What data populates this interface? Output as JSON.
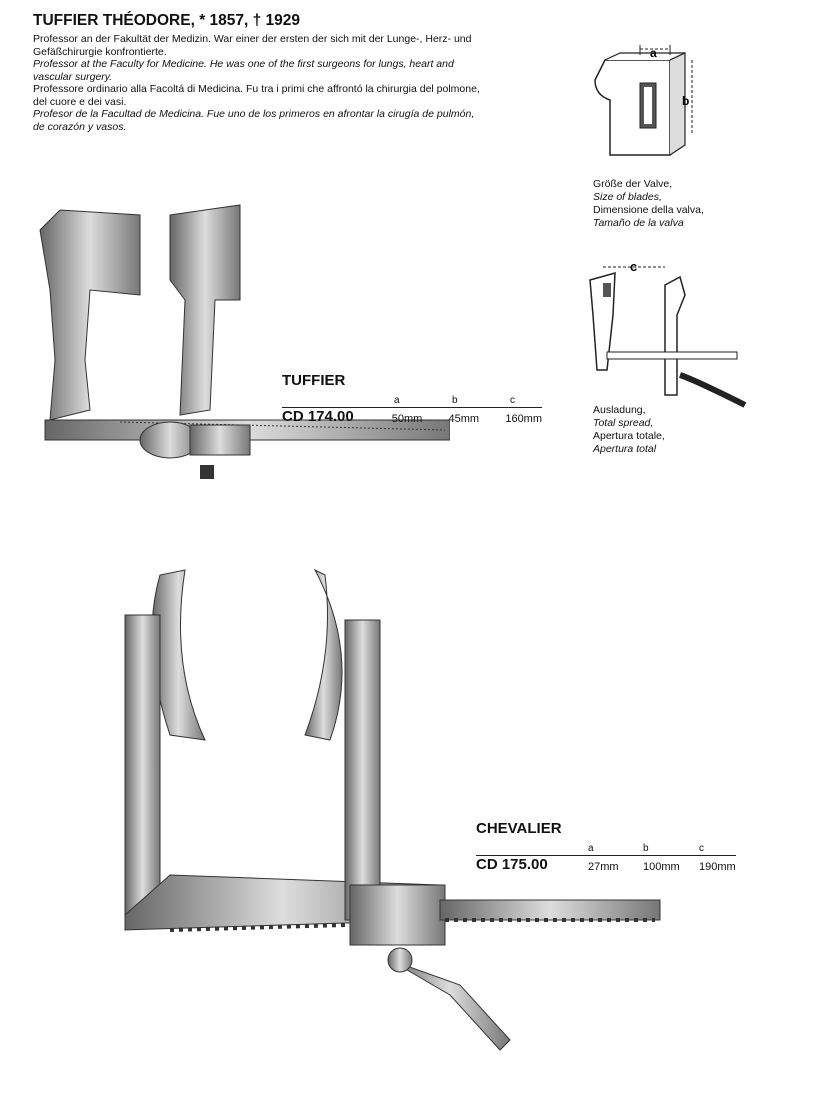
{
  "header": {
    "title": "TUFFIER THÉODORE, * 1857, † 1929",
    "paragraphs": [
      {
        "text": "Professor an der Fakultät der Medizin. War einer der ersten der sich mit der Lunge-, Herz- und Gefäßchirurgie konfrontierte.",
        "italic": false
      },
      {
        "text": "Professor at the Faculty for Medicine. He was one of the first surgeons for lungs, heart and vascular surgery.",
        "italic": true
      },
      {
        "text": "Professore ordinario alla Facoltá di Medicina. Fu tra i primi che affrontó la chirurgia del polmone, del cuore e dei vasi.",
        "italic": false
      },
      {
        "text": "Profesor de la Facultad de Medicina. Fue uno de los primeros en afrontar la cirugía de pulmón, de corazón y vasos.",
        "italic": true
      }
    ]
  },
  "legend_blades": {
    "diagram_labels": {
      "a": "a",
      "b": "b"
    },
    "lines": [
      "Größe der Valve,",
      "Size of blades,",
      "Dimensione della valva,",
      "Tamaño de la valva"
    ]
  },
  "legend_spread": {
    "diagram_label": "c",
    "lines": [
      "Ausladung,",
      "Total spread,",
      "Apertura totale,",
      "Apertura total"
    ]
  },
  "products": [
    {
      "name": "TUFFIER",
      "code": "CD 174.00",
      "headers": [
        "a",
        "b",
        "c"
      ],
      "values": [
        "50mm",
        "45mm",
        "160mm"
      ]
    },
    {
      "name": "CHEVALIER",
      "code": "CD 175.00",
      "headers": [
        "a",
        "b",
        "c"
      ],
      "values": [
        "27mm",
        "100mm",
        "190mm"
      ]
    }
  ]
}
